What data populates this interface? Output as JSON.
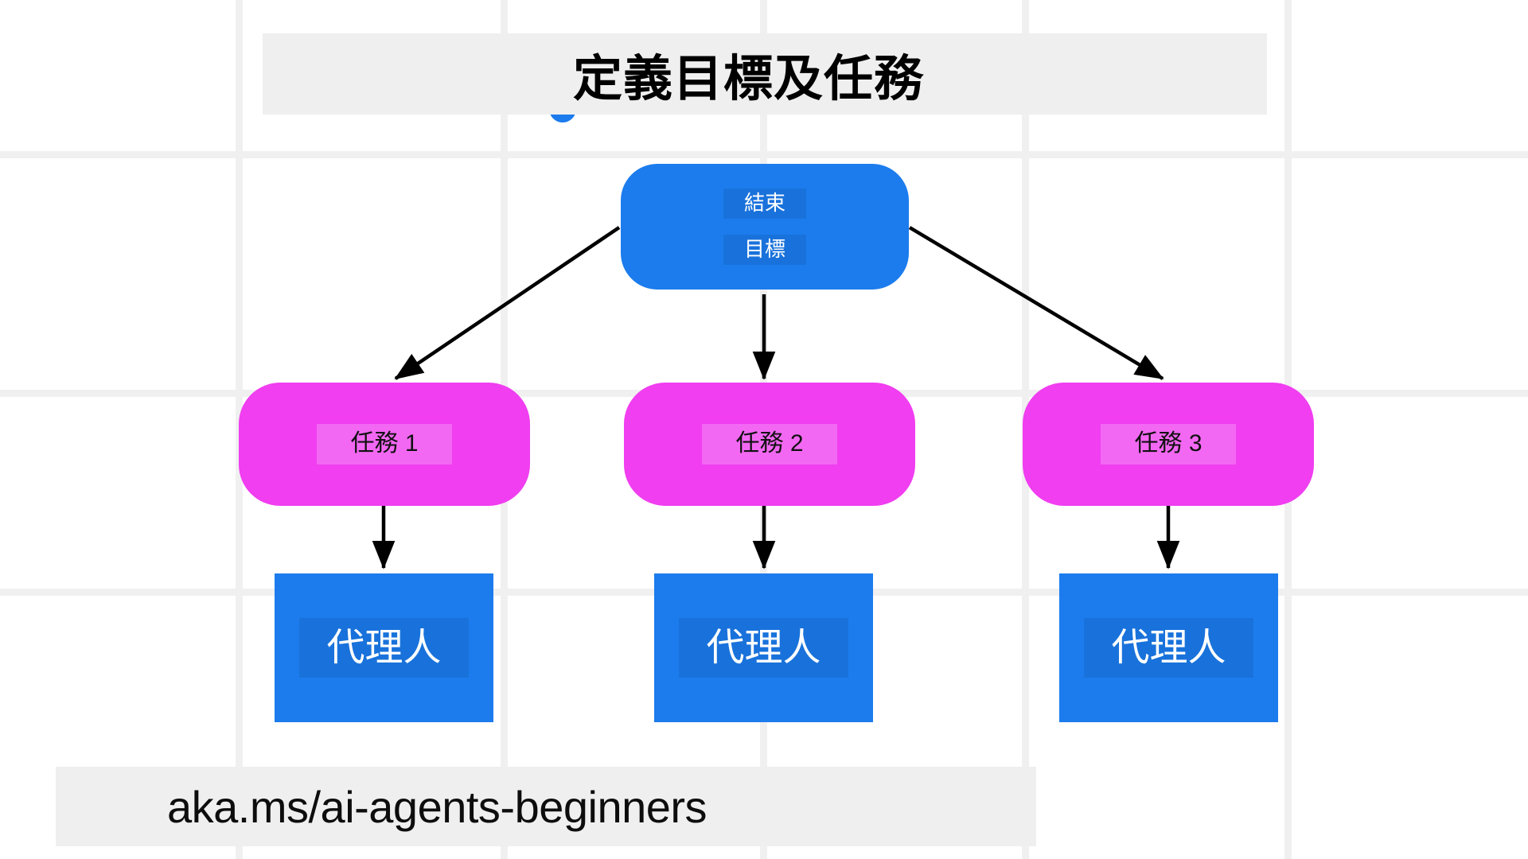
{
  "title": {
    "text": "定義目標及任務"
  },
  "footer": {
    "text": "aka.ms/ai-agents-beginners"
  },
  "colors": {
    "goal_blue": "#1c7ced",
    "task_pink": "#f03ef0",
    "agent_blue": "#1c7ced",
    "banner_gray": "#efefef",
    "grid_gray": "#f0f0f0",
    "edge_black": "#000000",
    "text_white": "#ffffff",
    "text_black": "#111111"
  },
  "diagram": {
    "type": "tree",
    "root": {
      "line1": "結束",
      "line2": "目標"
    },
    "tasks": [
      {
        "label": "任務 1"
      },
      {
        "label": "任務 2"
      },
      {
        "label": "任務 3"
      }
    ],
    "agents": [
      {
        "label": "代理人"
      },
      {
        "label": "代理人"
      },
      {
        "label": "代理人"
      }
    ]
  }
}
